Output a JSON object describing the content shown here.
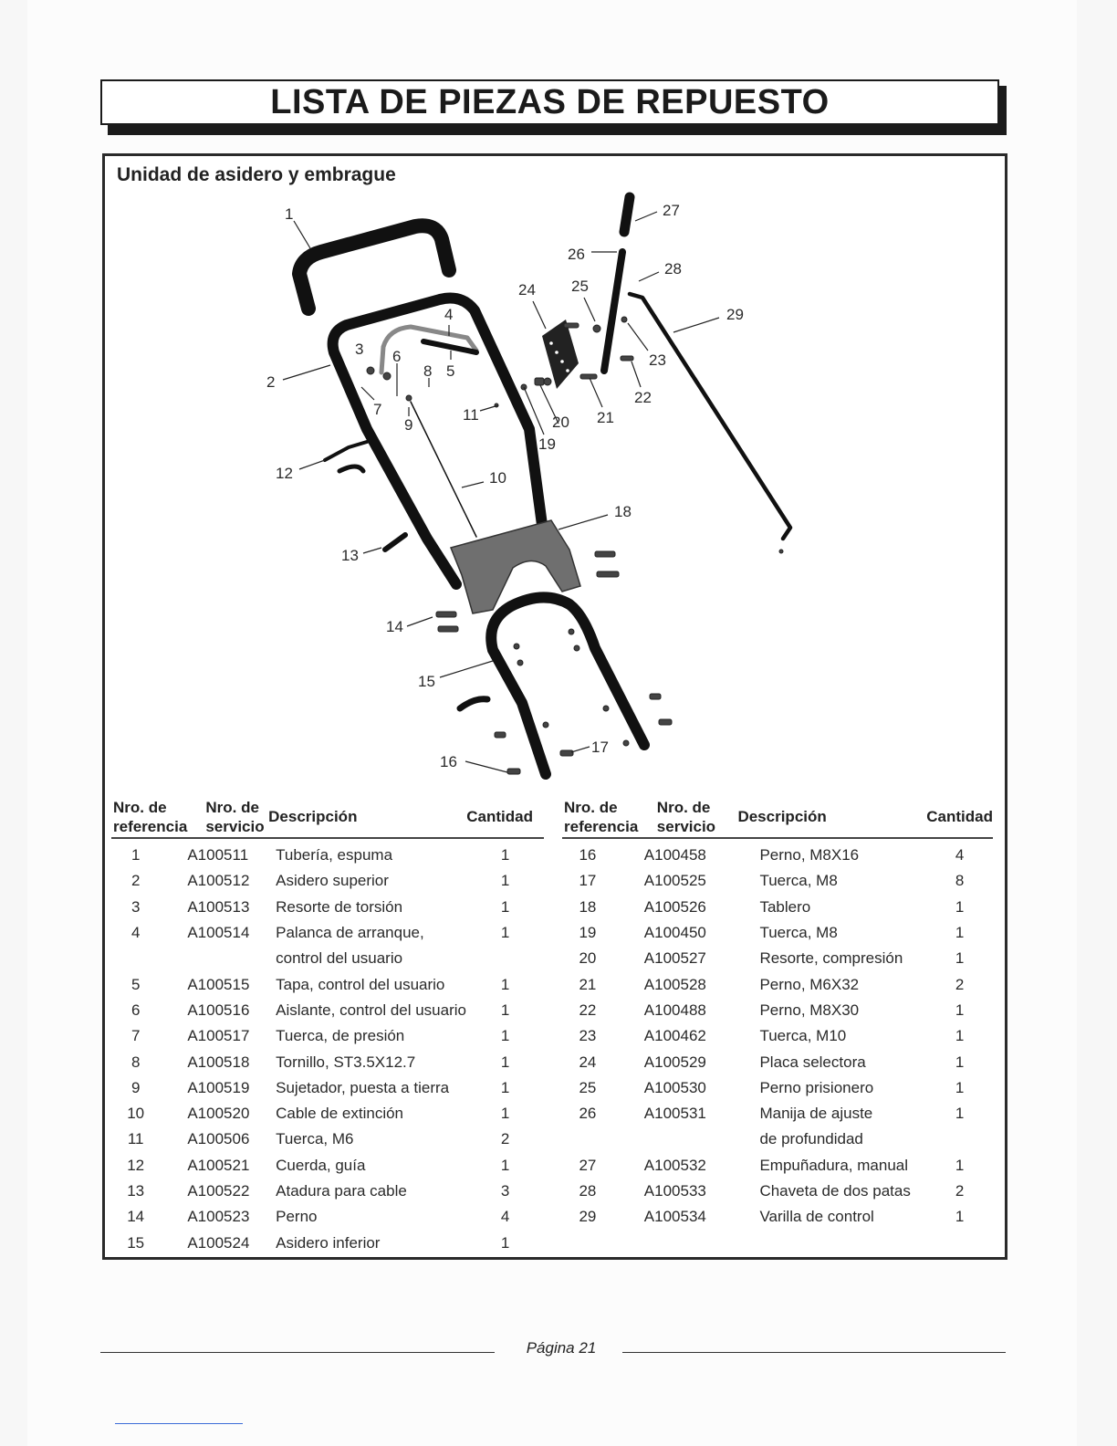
{
  "title": "LISTA DE PIEZAS DE REPUESTO",
  "section_title": "Unidad de asidero y embrague",
  "diagram_callouts": [
    "1",
    "2",
    "3",
    "4",
    "5",
    "6",
    "7",
    "8",
    "9",
    "10",
    "11",
    "12",
    "13",
    "14",
    "15",
    "16",
    "17",
    "18",
    "19",
    "20",
    "21",
    "22",
    "23",
    "24",
    "25",
    "26",
    "27",
    "28",
    "29"
  ],
  "table_headers": {
    "ref": [
      "Nro. de",
      "referencia"
    ],
    "service": [
      "Nro. de",
      "servicio"
    ],
    "description": "Descripción",
    "quantity": "Cantidad"
  },
  "left_rows": [
    {
      "ref": "1",
      "service": "A100511",
      "desc": "Tubería, espuma",
      "qty": "1"
    },
    {
      "ref": "2",
      "service": "A100512",
      "desc": "Asidero superior",
      "qty": "1"
    },
    {
      "ref": "3",
      "service": "A100513",
      "desc": "Resorte de torsión",
      "qty": "1"
    },
    {
      "ref": "4",
      "service": "A100514",
      "desc": "Palanca de arranque,",
      "qty": "1"
    },
    {
      "ref": "",
      "service": "",
      "desc": "control del usuario",
      "qty": ""
    },
    {
      "ref": "5",
      "service": "A100515",
      "desc": "Tapa, control del usuario",
      "qty": "1"
    },
    {
      "ref": "6",
      "service": "A100516",
      "desc": "Aislante, control del usuario",
      "qty": "1"
    },
    {
      "ref": "7",
      "service": "A100517",
      "desc": "Tuerca, de presión",
      "qty": "1"
    },
    {
      "ref": "8",
      "service": "A100518",
      "desc": "Tornillo, ST3.5X12.7",
      "qty": "1"
    },
    {
      "ref": "9",
      "service": "A100519",
      "desc": "Sujetador, puesta a tierra",
      "qty": "1"
    },
    {
      "ref": "10",
      "service": "A100520",
      "desc": "Cable de extinción",
      "qty": "1"
    },
    {
      "ref": "11",
      "service": "A100506",
      "desc": "Tuerca, M6",
      "qty": "2"
    },
    {
      "ref": "12",
      "service": "A100521",
      "desc": "Cuerda, guía",
      "qty": "1"
    },
    {
      "ref": "13",
      "service": "A100522",
      "desc": "Atadura para cable",
      "qty": "3"
    },
    {
      "ref": "14",
      "service": "A100523",
      "desc": "Perno",
      "qty": "4"
    },
    {
      "ref": "15",
      "service": "A100524",
      "desc": "Asidero inferior",
      "qty": "1"
    }
  ],
  "right_rows": [
    {
      "ref": "16",
      "service": "A100458",
      "desc": "Perno, M8X16",
      "qty": "4"
    },
    {
      "ref": "17",
      "service": "A100525",
      "desc": "Tuerca, M8",
      "qty": "8"
    },
    {
      "ref": "18",
      "service": "A100526",
      "desc": "Tablero",
      "qty": "1"
    },
    {
      "ref": "19",
      "service": "A100450",
      "desc": "Tuerca, M8",
      "qty": "1"
    },
    {
      "ref": "20",
      "service": "A100527",
      "desc": "Resorte, compresión",
      "qty": "1"
    },
    {
      "ref": "21",
      "service": "A100528",
      "desc": "Perno, M6X32",
      "qty": "2"
    },
    {
      "ref": "22",
      "service": "A100488",
      "desc": "Perno, M8X30",
      "qty": "1"
    },
    {
      "ref": "23",
      "service": "A100462",
      "desc": "Tuerca, M10",
      "qty": "1"
    },
    {
      "ref": "24",
      "service": "A100529",
      "desc": "Placa selectora",
      "qty": "1"
    },
    {
      "ref": "25",
      "service": "A100530",
      "desc": "Perno prisionero",
      "qty": "1"
    },
    {
      "ref": "26",
      "service": "A100531",
      "desc": "Manija de ajuste",
      "qty": "1"
    },
    {
      "ref": "",
      "service": "",
      "desc": "de profundidad",
      "qty": ""
    },
    {
      "ref": "27",
      "service": "A100532",
      "desc": "Empuñadura, manual",
      "qty": "1"
    },
    {
      "ref": "28",
      "service": "A100533",
      "desc": "Chaveta de dos patas",
      "qty": "2"
    },
    {
      "ref": "29",
      "service": "A100534",
      "desc": "Varilla de control",
      "qty": "1"
    }
  ],
  "footer": "Página 21",
  "colors": {
    "ink": "#1b1b1b",
    "panel": "#6f6f6f"
  }
}
